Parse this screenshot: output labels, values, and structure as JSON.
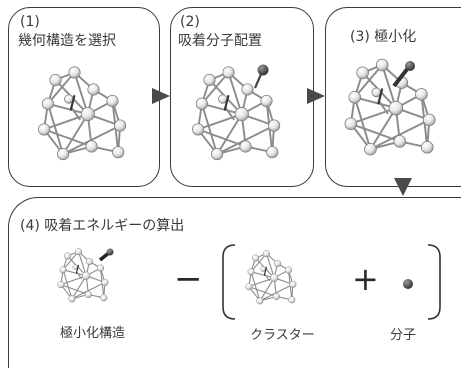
{
  "steps": [
    {
      "number": "(1)",
      "title": "幾何構造を選択"
    },
    {
      "number": "(2)",
      "title": "吸着分子配置"
    },
    {
      "number": "(3)",
      "title": "極小化"
    },
    {
      "number": "(4)",
      "title": "吸着エネルギーの算出"
    }
  ],
  "equation": {
    "minus": "−",
    "plus": "+",
    "term_minimized": "極小化構造",
    "term_cluster": "クラスター",
    "term_molecule": "分子"
  },
  "colors": {
    "arrow": "#4a4a4a",
    "border": "#3a3a3a",
    "adsorbate": "#555555"
  }
}
